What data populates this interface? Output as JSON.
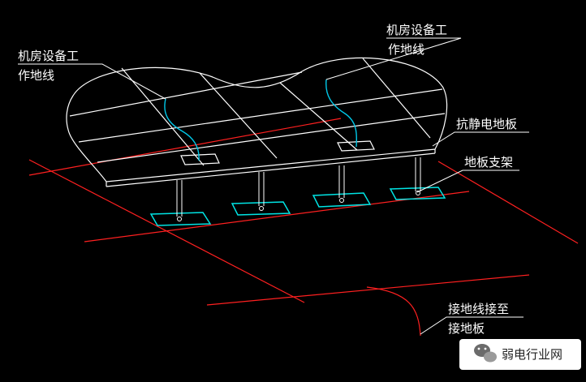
{
  "labels": {
    "left_workline_line1": "机房设备工",
    "left_workline_line2": "作地线",
    "right_workline_line1": "机房设备工",
    "right_workline_line2": "作地线",
    "antistatic_floor": "抗静电地板",
    "floor_support": "地板支架",
    "ground_to_line1": "接地线接至",
    "ground_to_line2": "接地板"
  },
  "watermark": {
    "text": "弱电行业网",
    "icon": "wechat-icon"
  },
  "colors": {
    "background": "#000000",
    "floor_lines": "#ffffff",
    "ground_grid": "#ff2020",
    "support_plates": "#00e5e5",
    "work_ground_wires": "#00c8e8"
  }
}
